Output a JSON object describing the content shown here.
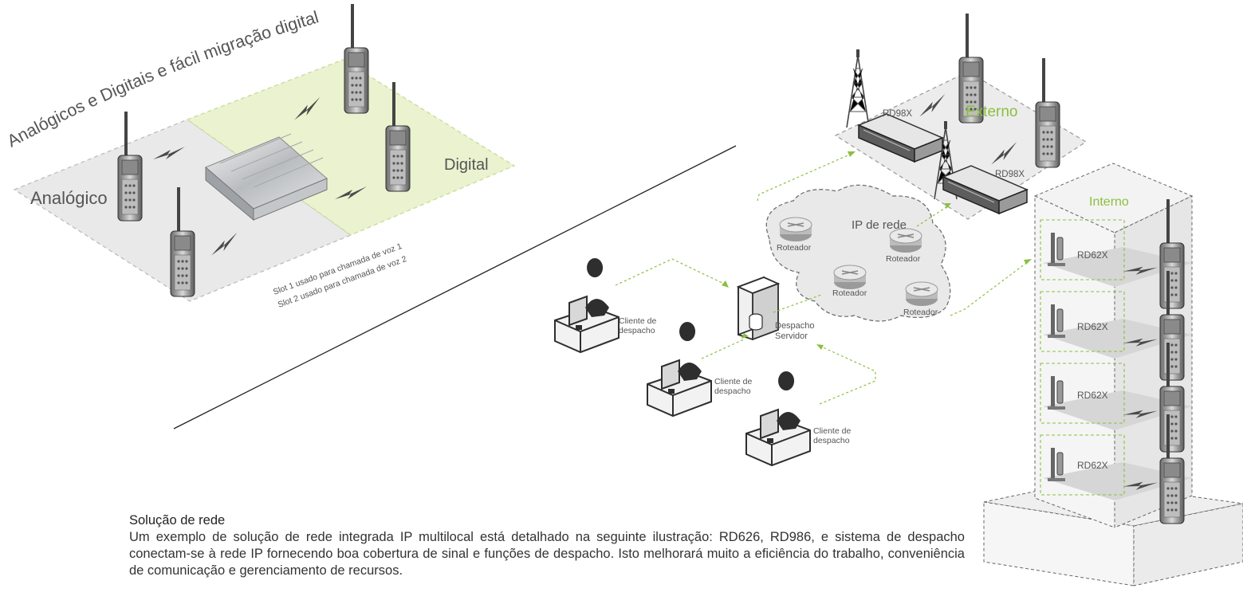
{
  "diagram": {
    "curved_title": "Analógicos e Digitais e fácil migração digital",
    "zone_analog": "Analógico",
    "zone_digital": "Digital",
    "slot_line_1": "Slot 1 usado para chamada de voz 1",
    "slot_line_2": "Slot 2 usado para chamada de voz 2",
    "external_label": "Externo",
    "internal_label": "Interno",
    "repeater_ext_1": "RD98X",
    "repeater_ext_2": "RD98X",
    "repeater_int": [
      "RD62X",
      "RD62X",
      "RD62X",
      "RD62X"
    ],
    "cloud_label": "IP de rede",
    "routers": [
      "Roteador",
      "Roteador",
      "Roteador",
      "Roteador"
    ],
    "server_label_1": "Despacho",
    "server_label_2": "Servidor",
    "clients": [
      {
        "line1": "Cliente de",
        "line2": "despacho"
      },
      {
        "line1": "Cliente de",
        "line2": "despacho"
      },
      {
        "line1": "Cliente de",
        "line2": "despacho"
      }
    ],
    "colors": {
      "accent_green": "#8cbf3f",
      "zone_gray": "#e9e9e9",
      "zone_green": "#eaf2cf",
      "text_gray": "#555555"
    }
  },
  "text": {
    "heading": "Solução de rede",
    "body": "Um exemplo de solução de rede integrada IP multilocal está detalhado na seguinte ilustração: RD626, RD986, e sistema de despacho conectam-se à rede IP fornecendo boa cobertura de sinal e funções de despacho. Isto melhorará muito a eficiência do trabalho, conveniência de comunicação e gerenciamento de recursos."
  }
}
